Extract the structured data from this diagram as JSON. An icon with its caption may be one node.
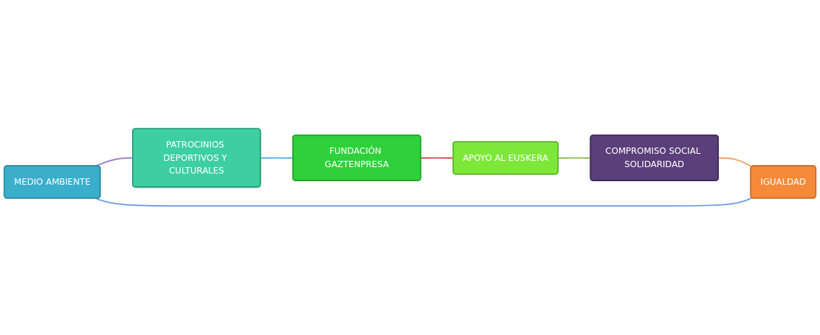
{
  "diagram": {
    "nodes": [
      {
        "text": [
          "MEDIO AMBIENTE"
        ]
      },
      {
        "text": [
          "PATROCINIOS DEPORTIVOS Y CULTURALES"
        ]
      },
      {
        "text": [
          "FUNDACIÓN GAZTENPRESA"
        ]
      },
      {
        "text": [
          "APOYO AL EUSKERA"
        ]
      },
      {
        "text": [
          "COMPROMISO SOCIAL SOLIDARIDAD"
        ]
      },
      {
        "text": [
          "IGUALDAD"
        ]
      }
    ],
    "edges": [
      {
        "from": 0,
        "to": 1,
        "arrow": "none",
        "color": "#9b7fd0"
      },
      {
        "from": 1,
        "to": 2,
        "arrow": "none",
        "color": "#4fb3e0"
      },
      {
        "from": 2,
        "to": 3,
        "arrow": "none",
        "color": "#d05050"
      },
      {
        "from": 3,
        "to": 4,
        "arrow": "none",
        "color": "#8cc050"
      },
      {
        "from": 4,
        "to": 5,
        "arrow": "none",
        "color": "#f5a060"
      },
      {
        "from": 5,
        "to": 0,
        "arrow": "none",
        "color": "#6a9fe0"
      }
    ]
  }
}
